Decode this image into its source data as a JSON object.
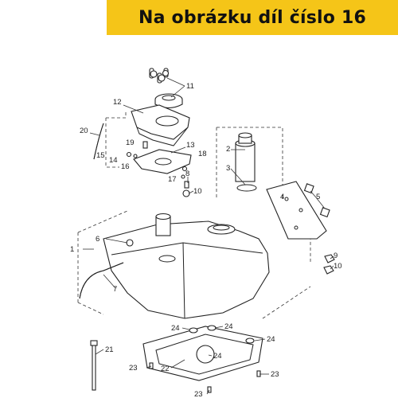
{
  "banner": {
    "text": "Na obrázku díl číslo 16",
    "color": "#f5c518"
  },
  "labels": [
    "1",
    "2",
    "3",
    "4",
    "5",
    "6",
    "7",
    "8",
    "9",
    "10",
    "10",
    "11",
    "12",
    "13",
    "14",
    "15",
    "16",
    "17",
    "18",
    "19",
    "20",
    "21",
    "22",
    "23",
    "23",
    "23",
    "24",
    "24",
    "24",
    "24"
  ]
}
